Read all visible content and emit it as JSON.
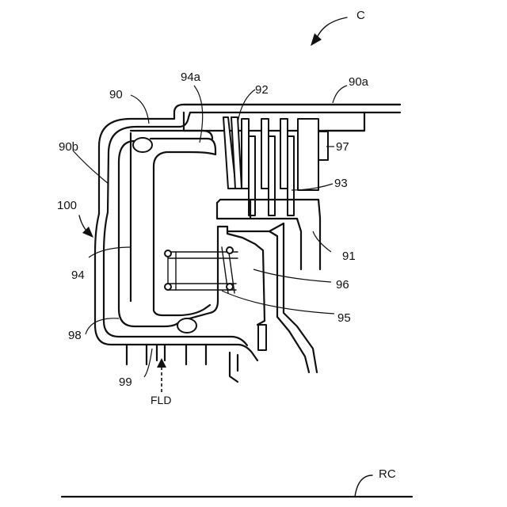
{
  "labels": {
    "c": "C",
    "l90": "90",
    "l94a": "94a",
    "l92": "92",
    "l90a": "90a",
    "l90b": "90b",
    "l97": "97",
    "l93": "93",
    "l100": "100",
    "l91": "91",
    "l94": "94",
    "l96": "96",
    "l98": "98",
    "l95": "95",
    "l99": "99",
    "fld": "FLD",
    "rc": "RC"
  }
}
